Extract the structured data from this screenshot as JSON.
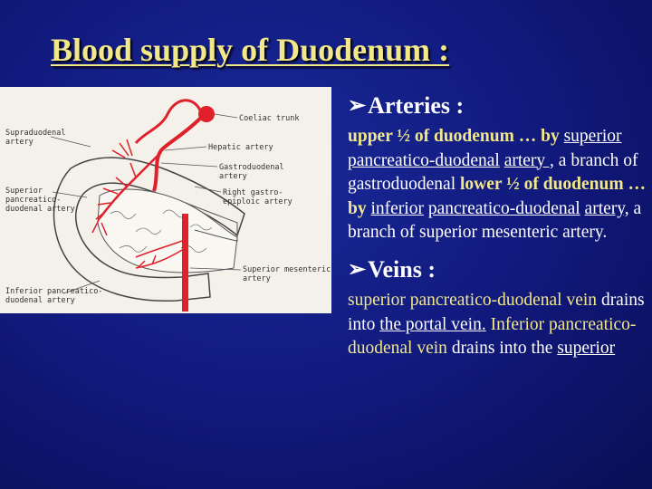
{
  "slide": {
    "title": "Blood supply of Duodenum :"
  },
  "diagram": {
    "labels": {
      "coeliac": "Coeliac trunk",
      "hepatic": "Hepatic artery",
      "gastroduodenal_1": "Gastroduodenal",
      "gastroduodenal_2": "artery",
      "right_gastro_1": "Right gastro-",
      "right_gastro_2": "epiploic artery",
      "supra_1": "Supraduodenal",
      "supra_2": "artery",
      "sup_panc_1": "Superior",
      "sup_panc_2": "pancreatico-",
      "sup_panc_3": "duodenal artery",
      "sup_mes_1": "Superior mesenteric",
      "sup_mes_2": "artery",
      "inf_panc_1": "Inferior pancreatico-",
      "inf_panc_2": "duodenal artery"
    },
    "colors": {
      "artery": "#e0202a",
      "outline": "#444444",
      "background": "#f3f1ea"
    }
  },
  "arteries": {
    "heading": "Arteries :",
    "t1": "upper ½",
    "t2": "of duodenum … by",
    "t3": "superior pancreatico-duodenal",
    "t4": "artery ,",
    "t5": "a branch of",
    "t6": "gastroduodenal",
    "t7": "lower ½ of",
    "t8": "duodenum … by",
    "t9": "inferior",
    "t10": "pancreatico-duodenal",
    "t11": "artery,",
    "t12": "a branch  of superior mesenteric artery."
  },
  "veins": {
    "heading": "Veins :",
    "v1": "superior pancreatico-duodenal vein",
    "v2": "drains into",
    "v3": "the portal vein.",
    "v4": "Inferior  pancreatico-duodenal vein",
    "v5": "drains into the",
    "v6": "superior"
  },
  "colors": {
    "title": "#f2e88a",
    "highlight": "#f2e88a",
    "text": "#ffffff"
  }
}
